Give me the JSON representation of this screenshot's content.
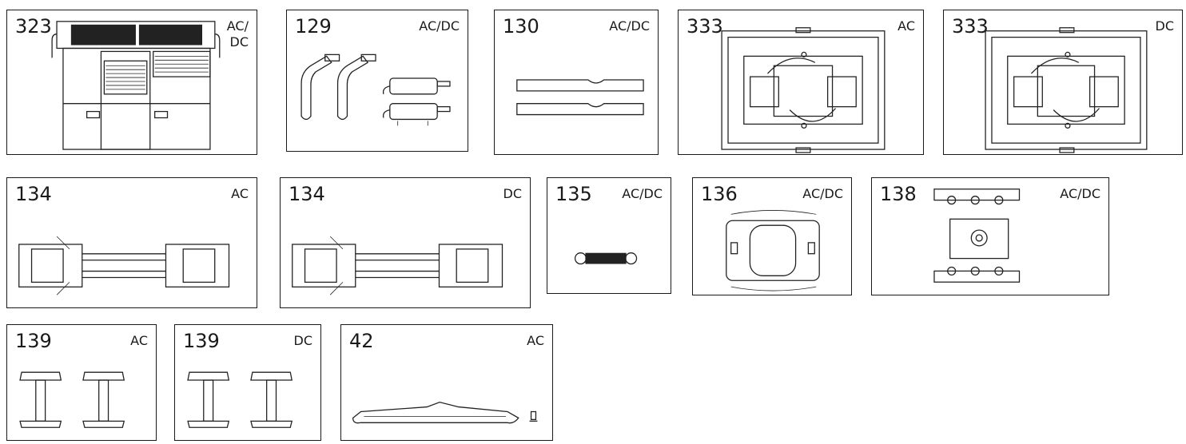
{
  "parts": [
    {
      "id": "p323",
      "number": "323",
      "current": "AC/\nDC"
    },
    {
      "id": "p129",
      "number": "129",
      "current": "AC/DC"
    },
    {
      "id": "p130",
      "number": "130",
      "current": "AC/DC"
    },
    {
      "id": "p333ac",
      "number": "333",
      "current": "AC"
    },
    {
      "id": "p333dc",
      "number": "333",
      "current": "DC"
    },
    {
      "id": "p134ac",
      "number": "134",
      "current": "AC"
    },
    {
      "id": "p134dc",
      "number": "134",
      "current": "DC"
    },
    {
      "id": "p135",
      "number": "135",
      "current": "AC/DC"
    },
    {
      "id": "p136",
      "number": "136",
      "current": "AC/DC"
    },
    {
      "id": "p138",
      "number": "138",
      "current": "AC/DC"
    },
    {
      "id": "p139ac",
      "number": "139",
      "current": "AC"
    },
    {
      "id": "p139dc",
      "number": "139",
      "current": "DC"
    },
    {
      "id": "p42",
      "number": "42",
      "current": "AC"
    }
  ]
}
